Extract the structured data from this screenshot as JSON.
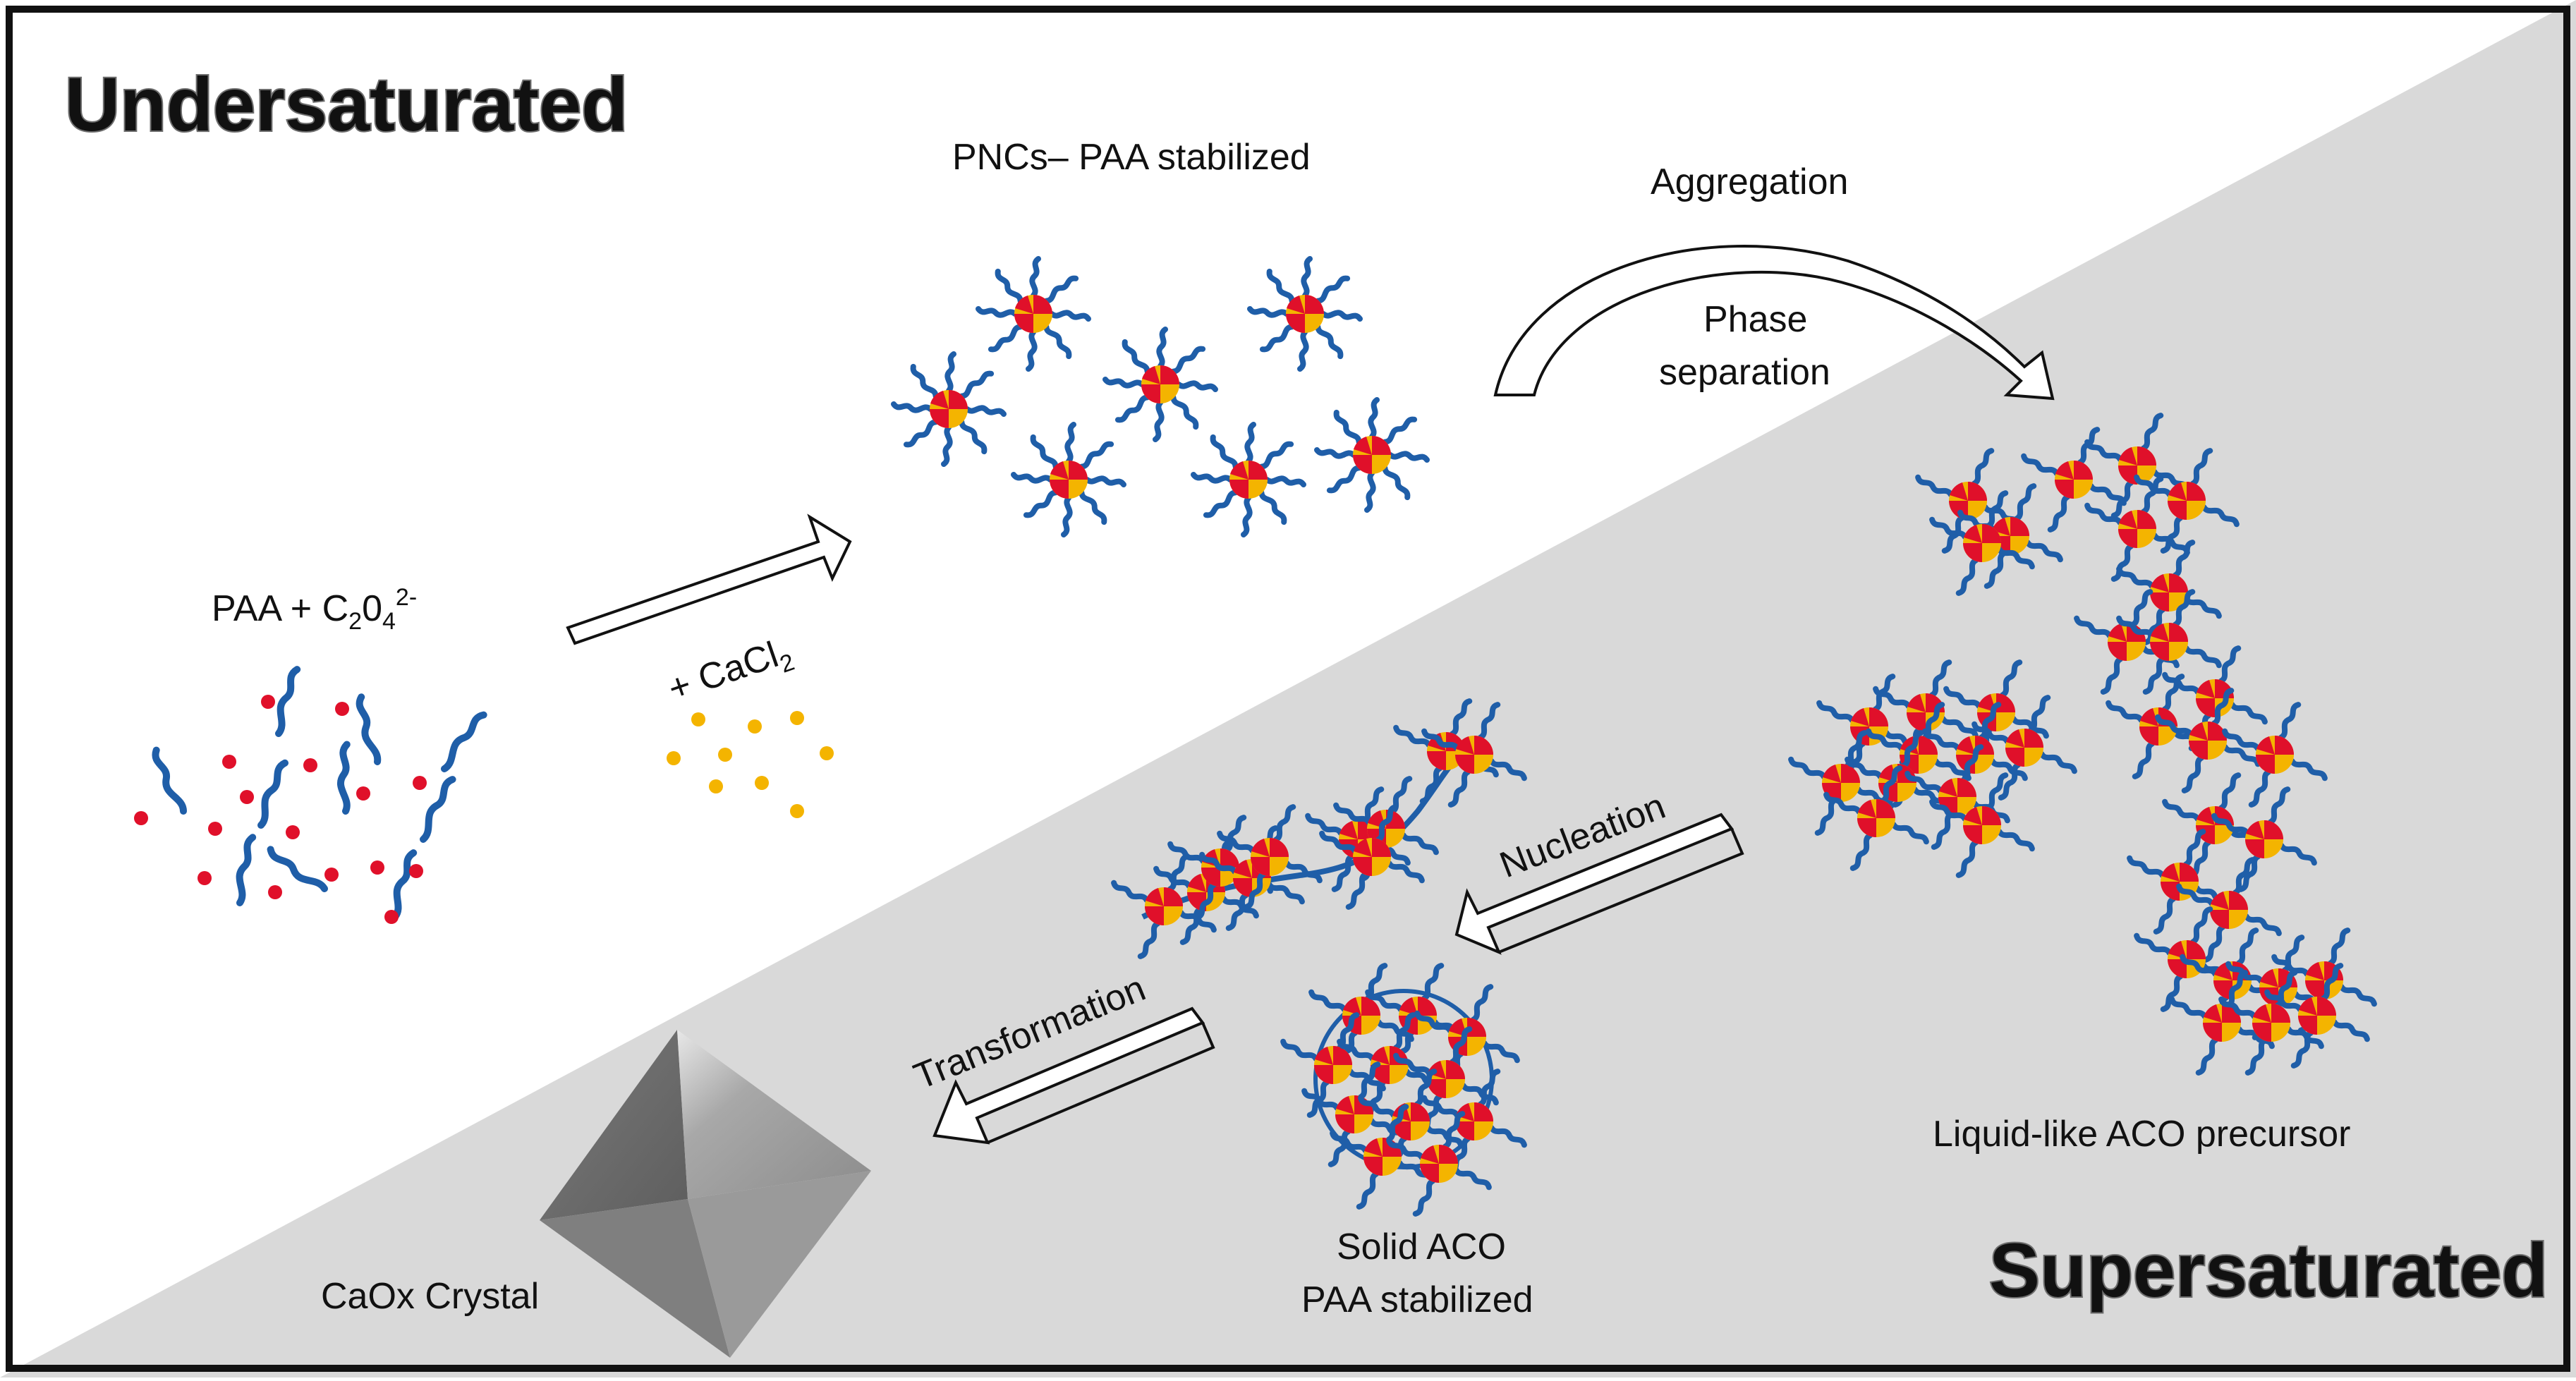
{
  "regions": {
    "undersaturated": "Undersaturated",
    "supersaturated": "Supersaturated"
  },
  "labels": {
    "paa_oxalate": {
      "prefix": "PAA + C",
      "sub1": "2",
      "mid": "0",
      "sub2": "4",
      "sup": "2-"
    },
    "cacl2": {
      "prefix": "+ CaCl",
      "sub": "2"
    },
    "pncs": "PNCs– PAA stabilized",
    "aggregation": "Aggregation",
    "phase_separation_1": "Phase",
    "phase_separation_2": "separation",
    "liquid_precursor": "Liquid-like ACO precursor",
    "nucleation": "Nucleation",
    "solid_aco_1": "Solid ACO",
    "solid_aco_2": "PAA stabilized",
    "transformation": "Transformation",
    "crystal": "CaOx Crystal"
  },
  "colors": {
    "background_white": "#ffffff",
    "supersaturated_gray": "#d9d9d9",
    "border": "#111111",
    "polymer_blue": "#1f5ea8",
    "oxalate_red": "#e0102a",
    "calcium_yellow": "#f4b400",
    "crystal_gray": "#8a8a8a",
    "outline_text_fill": "#cfcfcf"
  },
  "icons": {
    "pnc": "polymer-stabilized-nanocluster-icon",
    "polymer": "wavy-polymer-chain-icon",
    "oxalate": "oxalate-ion-dot",
    "calcium": "calcium-ion-dot",
    "crystal": "octahedral-crystal-icon"
  }
}
